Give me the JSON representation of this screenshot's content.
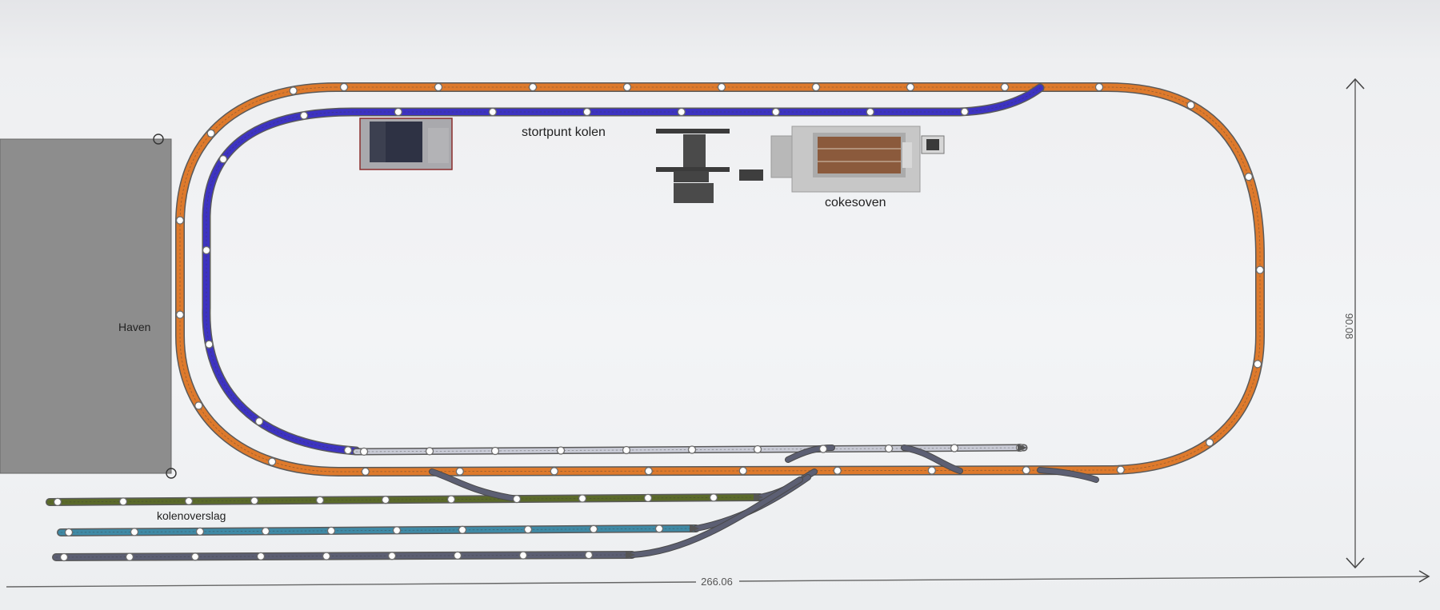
{
  "labels": {
    "haven": "Haven",
    "stortpunt": "stortpunt kolen",
    "cokesoven": "cokesoven",
    "kolenoverslag": "kolenoverslag"
  },
  "dimensions": {
    "width": "266.06",
    "height": "90.08"
  },
  "colors": {
    "outer_loop": "#de7a2c",
    "inner_loop": "#3d33c2",
    "passing_siding": "#c9cbd6",
    "siding_1": "#5b6a2a",
    "siding_2": "#3f8aa6",
    "siding_3": "#5c5f73",
    "turnout": "#5c5f73",
    "haven_area": "#8d8d8d",
    "dimension_line": "#666666"
  },
  "tracks": [
    {
      "id": "outer-loop-track",
      "kind": "loop"
    },
    {
      "id": "inner-loop-track",
      "kind": "loop"
    },
    {
      "id": "passing-siding-track",
      "kind": "siding"
    },
    {
      "id": "yard-siding-1-track",
      "kind": "siding"
    },
    {
      "id": "yard-siding-2-track",
      "kind": "siding"
    },
    {
      "id": "yard-siding-3-track",
      "kind": "siding"
    }
  ]
}
